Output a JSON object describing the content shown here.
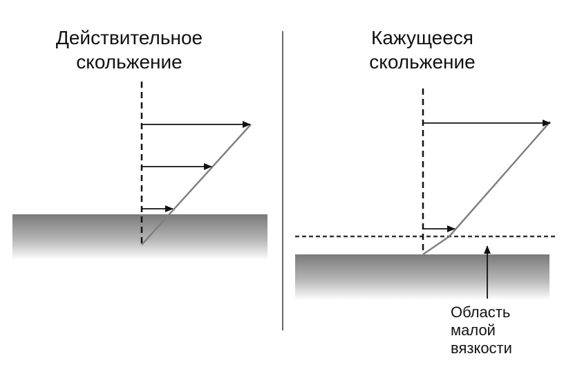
{
  "left_panel": {
    "title_line1": "Действительное",
    "title_line2": "скольжение"
  },
  "right_panel": {
    "title_line1": "Кажущееся",
    "title_line2": "скольжение",
    "annotation_line1": "Область",
    "annotation_line2": "малой",
    "annotation_line3": "вязкости"
  },
  "colors": {
    "wall_top": "#7a7a7a",
    "wall_bottom": "#ffffff",
    "profile_line": "#808080",
    "arrows": "#111111",
    "divider": "#333333"
  }
}
